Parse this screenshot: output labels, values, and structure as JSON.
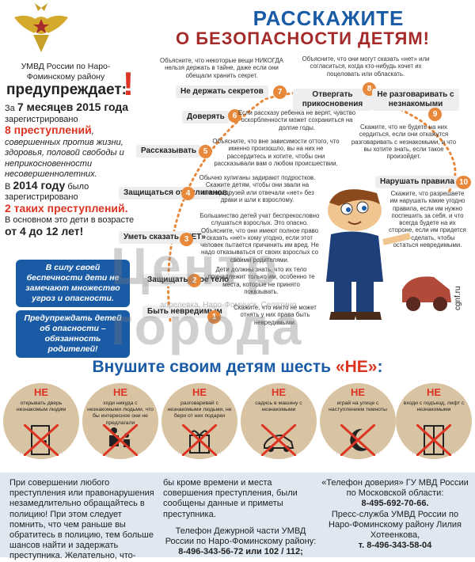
{
  "header": {
    "title1": "РАССКАЖИТЕ",
    "title2": "О БЕЗОПАСНОСТИ ДЕТЯМ!"
  },
  "left": {
    "org": "УМВД России по Наро-Фоминскому району",
    "warns": "предупреждает:",
    "f1a": "За ",
    "f1b": "7 месяцев 2015 года",
    "f1c": " зарегистрировано",
    "f2a": "8 преступлений",
    "f2b": ", совершенных против жизни, здоровья, половой свободы и неприкосновенности несовершеннолетних.",
    "f3a": "В ",
    "f3b": "2014 году",
    "f3c": " было зарегистрировано",
    "f4a": "2 таких преступлений.",
    "f5": "В основном это дети в возрасте",
    "f6": "от 4 до 12 лет!",
    "box1": "В силу своей беспечности дети не замечают множество угроз и опасности.",
    "box2": "Предупреждать детей об опасности – обязанность родителей!"
  },
  "rules": [
    {
      "n": "1",
      "label": "Быть невредимым",
      "note": "Скажите, что никто не может отнять у них права быть невредимыми."
    },
    {
      "n": "2",
      "label": "Защищать свое тело",
      "note": "Дети должны знать, что их тело принадлежит только им, особенно те места, которые не принято показывать."
    },
    {
      "n": "3",
      "label": "Уметь сказать «НЕТ»",
      "note": "Большинство детей учат беспрекословно слушаться взрослых. Это опасно. Объясните, что они имеют полное право сказать «нет» кому угодно, если этот человек пытается причинить им вред. Не надо отказываться от своих взрослых со своими родителями."
    },
    {
      "n": "4",
      "label": "Защищаться от хулиганов",
      "note": "Обычно хулиганы задирают подростков. Скажите детям, чтобы они звали на помощь друзей или отвечали «нет» без драки и шли к взрослому."
    },
    {
      "n": "5",
      "label": "Рассказывать",
      "note": "Объясните, что вне зависимости оттого, что именно произошло, вы на них не рассердитесь и хотите, чтобы они рассказывали вам о любом происшествии."
    },
    {
      "n": "6",
      "label": "Доверять",
      "note": "Если рассказу ребенка не верят, чувство оскорбленности может сохраниться на долгие годы."
    },
    {
      "n": "7",
      "label": "Не держать секретов",
      "note": "Объясните, что некоторые вещи НИКОГДА нельзя держать в тайне, даже если они обещали хранить секрет."
    },
    {
      "n": "8",
      "label": "Отвергать прикосновения",
      "note": "Объясните, что они могут сказать «нет» или согласиться, когда кто-нибудь хочет их поцеловать или обласкать."
    },
    {
      "n": "9",
      "label": "Не разговаривать с незнакомыми",
      "note": "Скажите, что не будете на них сердиться, если они откажутся разговаривать с незнакомыми, и что вы хотите знать, если такое произойдет."
    },
    {
      "n": "10",
      "label": "Нарушать правила",
      "note": "Скажите, что разрешаете им нарушать какие угодно правила, если им нужно поспешить за себя, и что всегда будете на их стороне, если им придется это сделать, чтобы остаться невредимыми."
    }
  ],
  "slogan": {
    "a": "Внушите своим детям шесть ",
    "b": "«НЕ»",
    "c": ":"
  },
  "six_ne": [
    {
      "ne": "НЕ",
      "text": "открывать дверь незнакомым людям",
      "icon": "door-icon"
    },
    {
      "ne": "НЕ",
      "text": "ходи никуда с незнакомыми людьми, что бы интересное они не предлагали",
      "icon": "people-icon"
    },
    {
      "ne": "НЕ",
      "text": "разговаривай с незнакомыми людьми, не бери от них подарки",
      "icon": "gift-icon"
    },
    {
      "ne": "НЕ",
      "text": "садись в машину с незнакомыми",
      "icon": "car-icon"
    },
    {
      "ne": "НЕ",
      "text": "играй на улице с наступлением темноты",
      "icon": "night-icon"
    },
    {
      "ne": "НЕ",
      "text": "входи с подъезд, лифт с незнакомыми",
      "icon": "elevator-icon"
    }
  ],
  "bottom": {
    "c1": "При совершении любого преступления или правонарушения незамедлительно обращайтесь в полицию! При этом следует помнить, что чем раньше вы обратитесь в полицию, тем больше шансов найти и задержать преступника. Желательно, что-",
    "c2a": "бы кроме времени и места совершения преступления, были сообщены данные и приметы преступника.",
    "c2b": "Телефон Дежурной части УМВД России по Наро-Фоминскому району:",
    "c2c": "8-496-343-56-72 или 102 / 112;",
    "c3a": "«Телефон доверия» ГУ МВД России по Московской области:",
    "c3b": "8-495-692-70-66.",
    "c3c": "Пресс-служба УМВД России по Наро-Фоминскому району Лилия Хотеенкова,",
    "c3d": "т. 8-496-343-58-04"
  },
  "side": "cgnf.ru",
  "watermark": "Центр города",
  "watermark2": "апрелевка, Наро-Фоминск, Селятино"
}
